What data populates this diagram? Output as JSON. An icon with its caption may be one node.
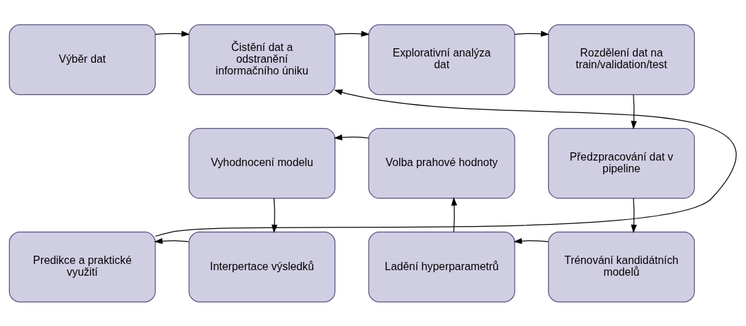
{
  "diagram": {
    "nodes": [
      {
        "text": [
          "Výběr dat"
        ]
      },
      {
        "text": [
          "Čistění dat a odstranění informačního úniku"
        ]
      },
      {
        "text": [
          "Explorativní analýza dat"
        ]
      },
      {
        "text": [
          "Rozdělení dat na train/validation/test"
        ]
      },
      {
        "text": [
          "Vyhodnocení modelu"
        ]
      },
      {
        "text": [
          "Volba prahové hodnoty"
        ]
      },
      {
        "text": [
          "Předzpracování dat v pipeline"
        ]
      },
      {
        "text": [
          "Predikce a praktické využití"
        ]
      },
      {
        "text": [
          "Interpertace výsledků"
        ]
      },
      {
        "text": [
          "Ladění hyperparametrů"
        ]
      },
      {
        "text": [
          "Trénování kandidátních modelů"
        ]
      }
    ],
    "edges": [
      {
        "from": 0,
        "to": 1,
        "arrow": "to"
      },
      {
        "from": 1,
        "to": 2,
        "arrow": "to"
      },
      {
        "from": 2,
        "to": 3,
        "arrow": "to"
      },
      {
        "from": 3,
        "to": 6,
        "arrow": "to"
      },
      {
        "from": 6,
        "to": 10,
        "arrow": "to"
      },
      {
        "from": 10,
        "to": 9,
        "arrow": "to"
      },
      {
        "from": 9,
        "to": 5,
        "arrow": "to"
      },
      {
        "from": 5,
        "to": 4,
        "arrow": "to"
      },
      {
        "from": 4,
        "to": 8,
        "arrow": "to"
      },
      {
        "from": 8,
        "to": 7,
        "arrow": "to"
      },
      {
        "from": 7,
        "to": 1,
        "arrow": "to"
      }
    ]
  }
}
